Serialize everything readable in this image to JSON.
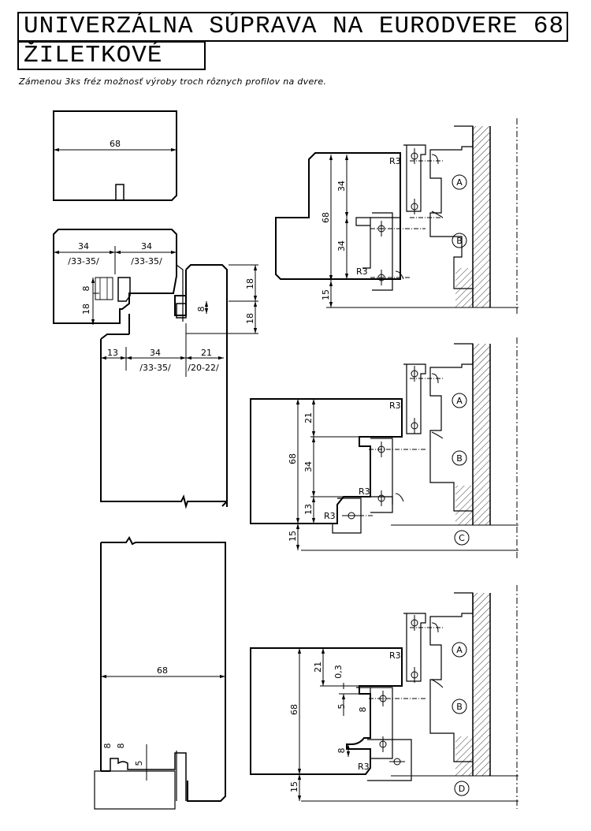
{
  "title": "UNIVERZÁLNA SÚPRAVA NA EURODVERE 68",
  "subtitle_box": "ŽILETKOVÉ",
  "description": "Zámenou 3ks fréz možnosť výroby troch rôznych profilov na dvere.",
  "left_top": {
    "width": "68",
    "half_a": "34",
    "half_b": "34",
    "tol_a": "/33-35/",
    "tol_b": "/33-35/",
    "depth_8": "8",
    "depth_18": "18",
    "rebate_8": "8",
    "right_18a": "18",
    "right_18b": "18",
    "bottom_13": "13",
    "bottom_34": "34",
    "bottom_21": "21",
    "tol_c": "/33-35/",
    "tol_d": "/20-22/"
  },
  "left_bottom": {
    "width": "68",
    "d8a": "8",
    "d8b": "8",
    "d5": "5"
  },
  "cutters": {
    "A": "A",
    "B": "B",
    "C": "C",
    "D": "D"
  },
  "profile1": {
    "total": "68",
    "upper": "34",
    "lower": "34",
    "offset": "15",
    "r_top": "R3",
    "r_bot": "R3"
  },
  "profile2": {
    "total": "68",
    "d21": "21",
    "d34": "34",
    "d13": "13",
    "offset": "15",
    "r_top": "R3",
    "r_mid": "R3",
    "r_bot": "R3"
  },
  "profile3": {
    "total": "68",
    "d21": "21",
    "d03": "0,3",
    "d5": "5",
    "d8": "8",
    "d8b": "8",
    "offset": "15",
    "r_top": "R3",
    "r_bot": "R3"
  }
}
